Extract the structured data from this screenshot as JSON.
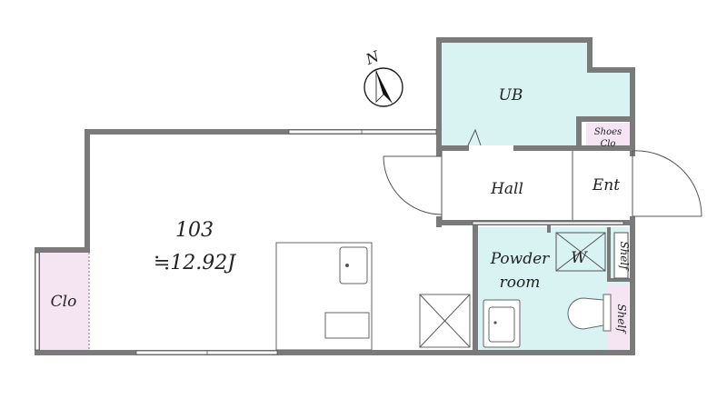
{
  "rooms": {
    "main_number": "103",
    "main_area": "≒12.92J",
    "unit_bath": "UB",
    "hall": "Hall",
    "entrance": "Ent",
    "shoes_closet_line1": "Shoes",
    "shoes_closet_line2": "Clo",
    "powder_line1": "Powder",
    "powder_line2": "room",
    "washer": "W",
    "shelf_upper": "Shelf",
    "shelf_lower": "Shelf",
    "closet": "Clo"
  },
  "compass": {
    "label": "N",
    "icon": "north-arrow-icon"
  },
  "colors": {
    "bath_fill": "#d9f2f2",
    "closet_fill": "#f5e4f1",
    "wall": "#7a7a7a",
    "background": "#ffffff"
  }
}
